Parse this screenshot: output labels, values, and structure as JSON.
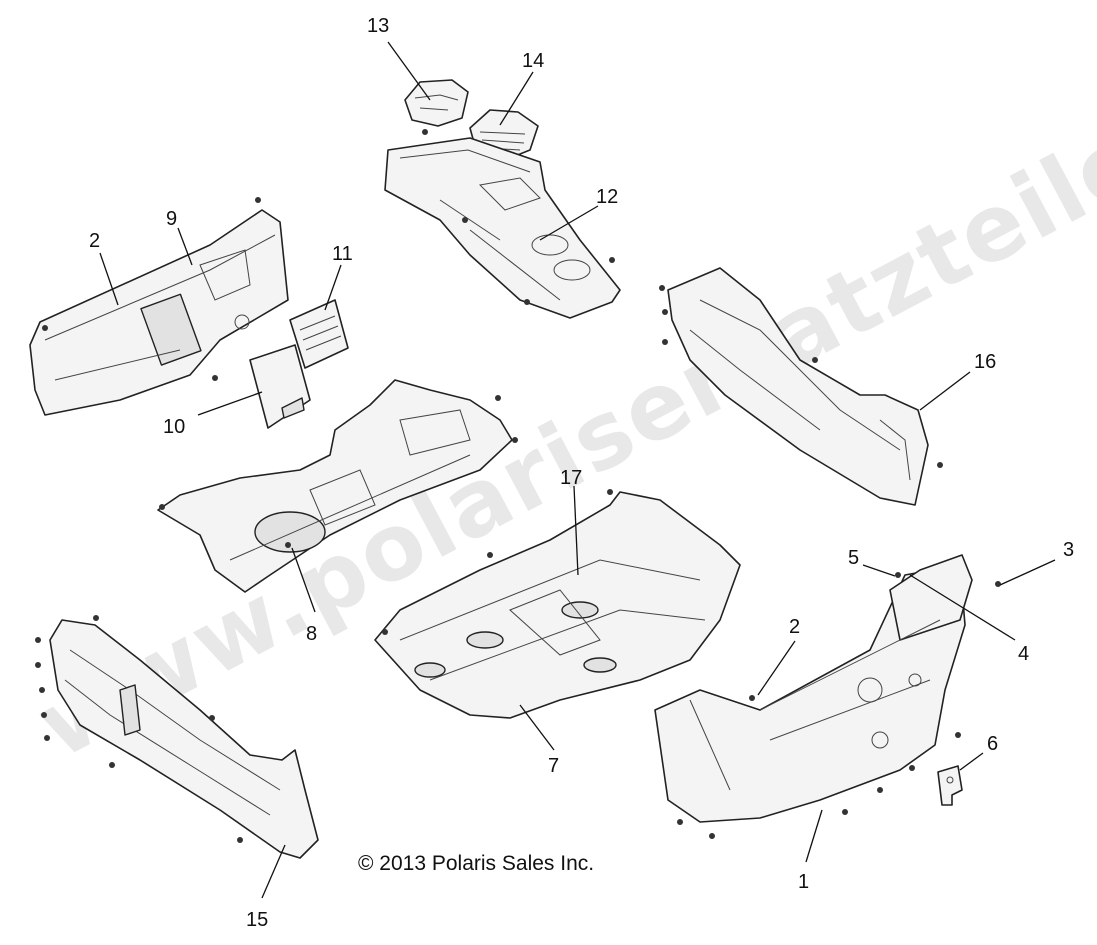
{
  "callouts": {
    "c1": "1",
    "c2a": "2",
    "c2b": "2",
    "c3": "3",
    "c4": "4",
    "c5": "5",
    "c6": "6",
    "c7": "7",
    "c8": "8",
    "c9": "9",
    "c10": "10",
    "c11": "11",
    "c12": "12",
    "c13": "13",
    "c14": "14",
    "c15": "15",
    "c16": "16",
    "c17": "17"
  },
  "copyright": "© 2013 Polaris Sales Inc.",
  "watermark": "www.polarisersatzteile.de"
}
